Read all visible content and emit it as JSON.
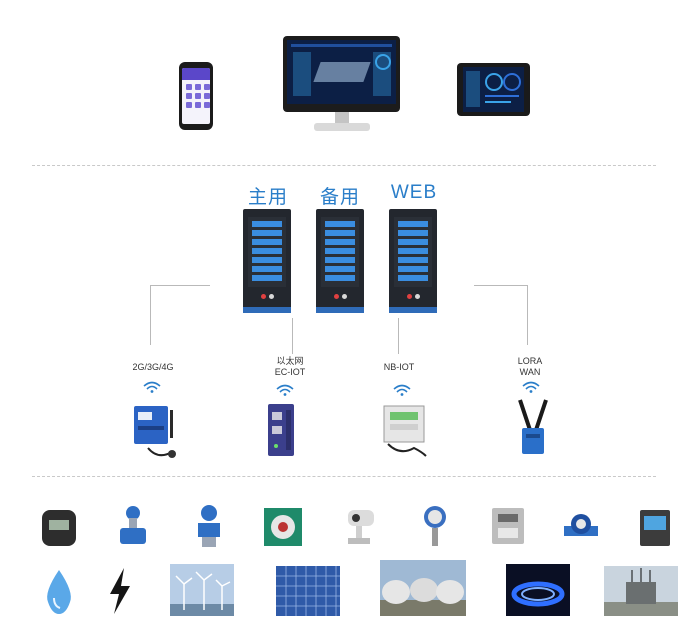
{
  "servers": [
    {
      "label": "主用"
    },
    {
      "label": "备用"
    },
    {
      "label": "WEB"
    }
  ],
  "networks": [
    {
      "line1": "2G/3G/4G",
      "line2": ""
    },
    {
      "line1": "以太网",
      "line2": "EC-IOT"
    },
    {
      "line1": "NB-IOT",
      "line2": ""
    },
    {
      "line1": "LORA",
      "line2": "WAN"
    }
  ],
  "colors": {
    "label_blue": "#2a7ec9",
    "server_body": "#23272e",
    "server_slot": "#3a8de0",
    "dashed_line": "#c9c9c9"
  },
  "devices": [
    "smartphone",
    "desktop-monitor",
    "tablet"
  ],
  "sensors_row1": [
    "electric-meter-icon",
    "flow-meter-icon",
    "pressure-transmitter-icon",
    "water-meter-icon",
    "camera-icon",
    "pressure-gauge-icon",
    "energy-meter-icon",
    "water-meter-small-icon",
    "power-analyzer-icon"
  ],
  "sensors_row2": [
    "water-drop-icon",
    "lightning-icon",
    "wind-turbine-photo",
    "solar-panel-photo",
    "gas-tank-photo",
    "gas-flame-photo",
    "substation-photo"
  ]
}
